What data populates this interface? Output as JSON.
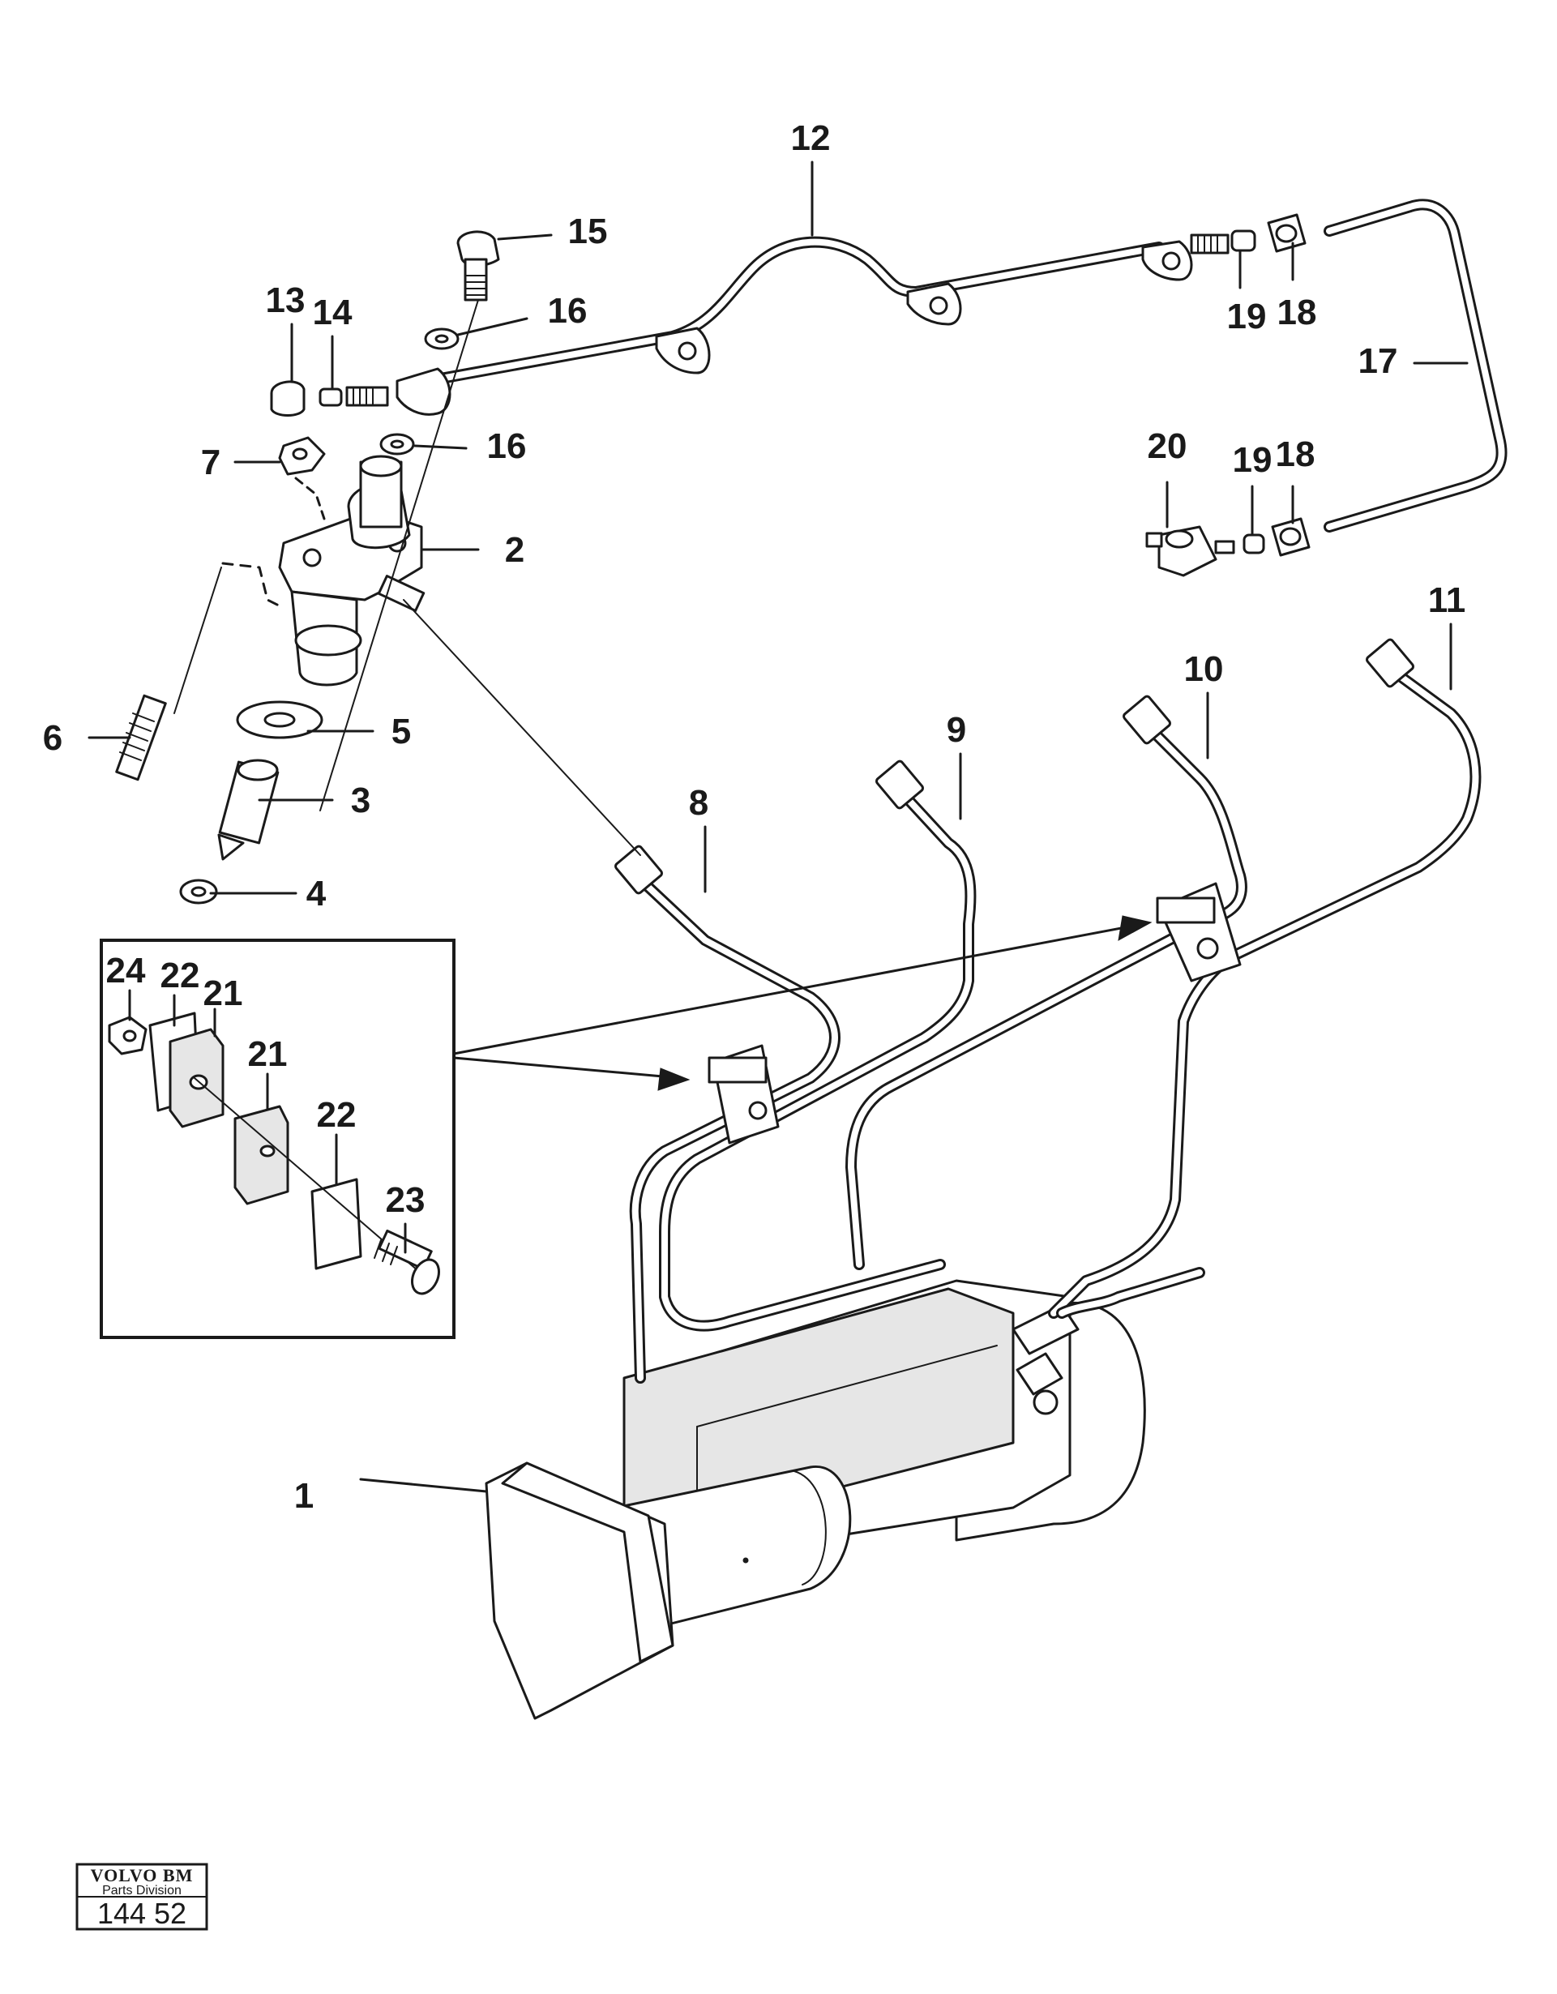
{
  "callouts": {
    "c1": "1",
    "c2": "2",
    "c3": "3",
    "c4": "4",
    "c5": "5",
    "c6": "6",
    "c7": "7",
    "c8": "8",
    "c9": "9",
    "c10": "10",
    "c11": "11",
    "c12": "12",
    "c13": "13",
    "c14": "14",
    "c15": "15",
    "c16a": "16",
    "c16b": "16",
    "c17": "17",
    "c18a": "18",
    "c18b": "18",
    "c19a": "19",
    "c19b": "19",
    "c20": "20",
    "c21a": "21",
    "c21b": "21",
    "c22a": "22",
    "c22b": "22",
    "c23": "23",
    "c24": "24"
  },
  "stamp": {
    "brand": "VOLVO BM",
    "division": "Parts Division",
    "number": "144 52"
  },
  "colors": {
    "ink": "#1a1a1a",
    "paper": "#ffffff"
  }
}
